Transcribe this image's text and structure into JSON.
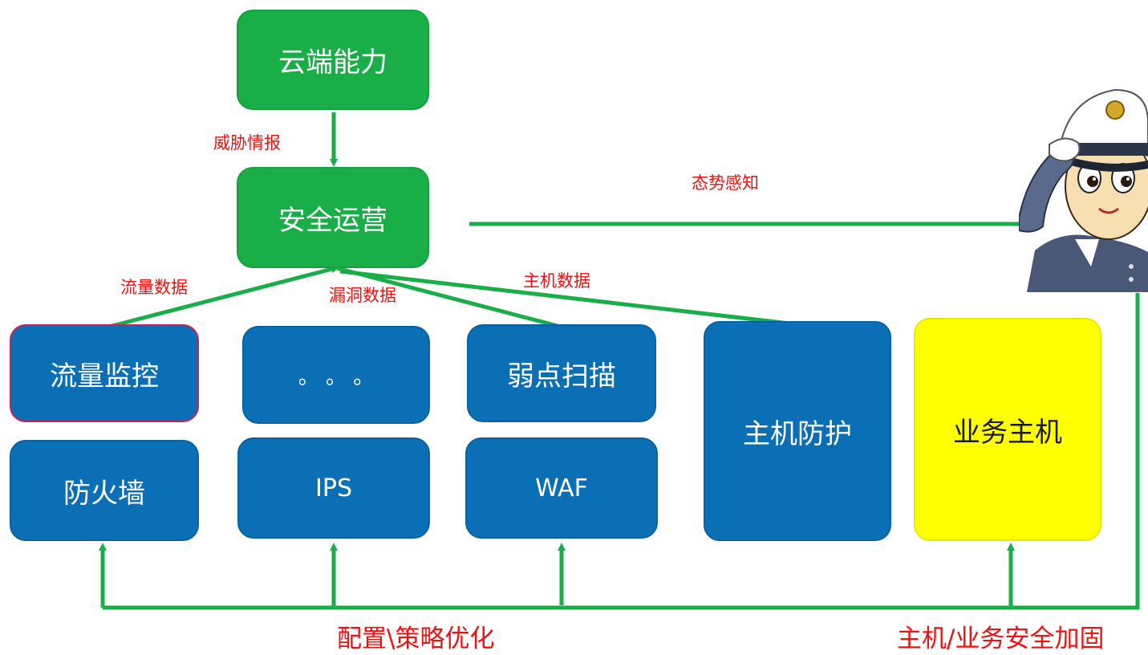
{
  "nodes": {
    "cloud": "云端能力",
    "secops": "安全运营",
    "traffic_monitor": "流量监控",
    "ellipsis": "。 。 。",
    "vuln_scan": "弱点扫描",
    "host_protect": "主机防护",
    "business_host": "业务主机",
    "firewall": "防火墙",
    "ips": "IPS",
    "waf": "WAF"
  },
  "edge_labels": {
    "threat_intel": "威胁情报",
    "situation": "态势感知",
    "traffic_data": "流量数据",
    "vuln_data": "漏洞数据",
    "host_data": "主机数据",
    "config_opt": "配置\\策略优化",
    "host_hardening": "主机/业务安全加固"
  },
  "colors": {
    "green": "#1aae48",
    "blue": "#0b6fb5",
    "yellow": "#ffff00",
    "label_red": "#ee1111"
  },
  "icons": [
    "police-officer-saluting-icon"
  ]
}
